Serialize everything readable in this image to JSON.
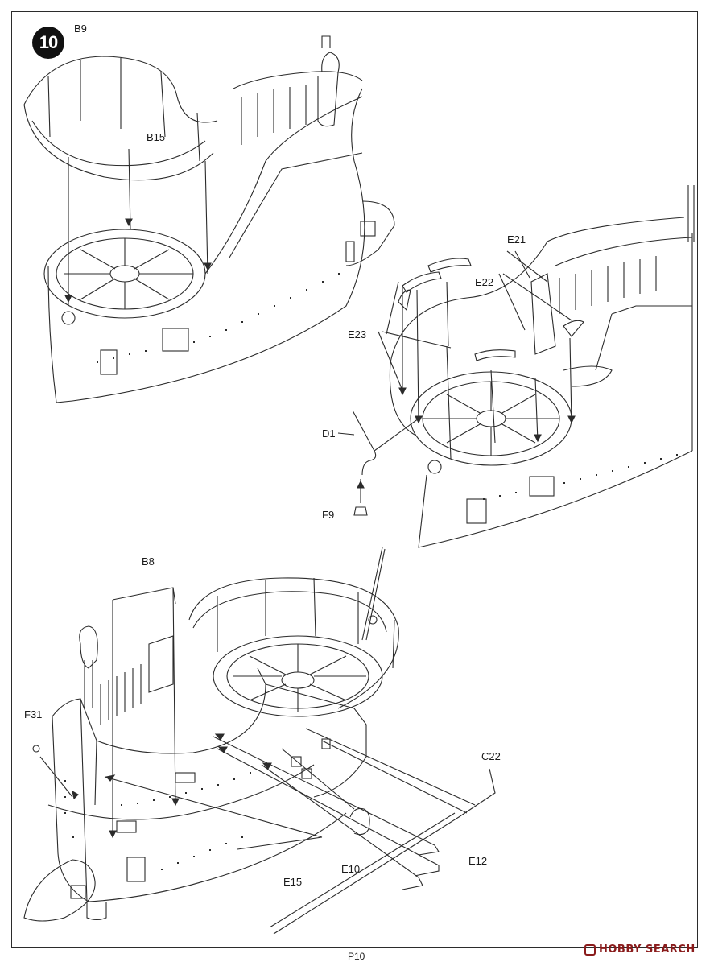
{
  "step": {
    "number": "10"
  },
  "labels": {
    "B9": "B9",
    "B15": "B15",
    "E21": "E21",
    "E22": "E22",
    "E23": "E23",
    "D1": "D1",
    "F9": "F9",
    "B8": "B8",
    "F31": "F31",
    "C22": "C22",
    "E15": "E15",
    "E10": "E10",
    "E12": "E12"
  },
  "footer": {
    "page": "P10",
    "watermark": "HOBBY SEARCH"
  },
  "colors": {
    "line": "#2b2b2b",
    "badge": "#111111",
    "watermark": "#8a1c1c"
  }
}
